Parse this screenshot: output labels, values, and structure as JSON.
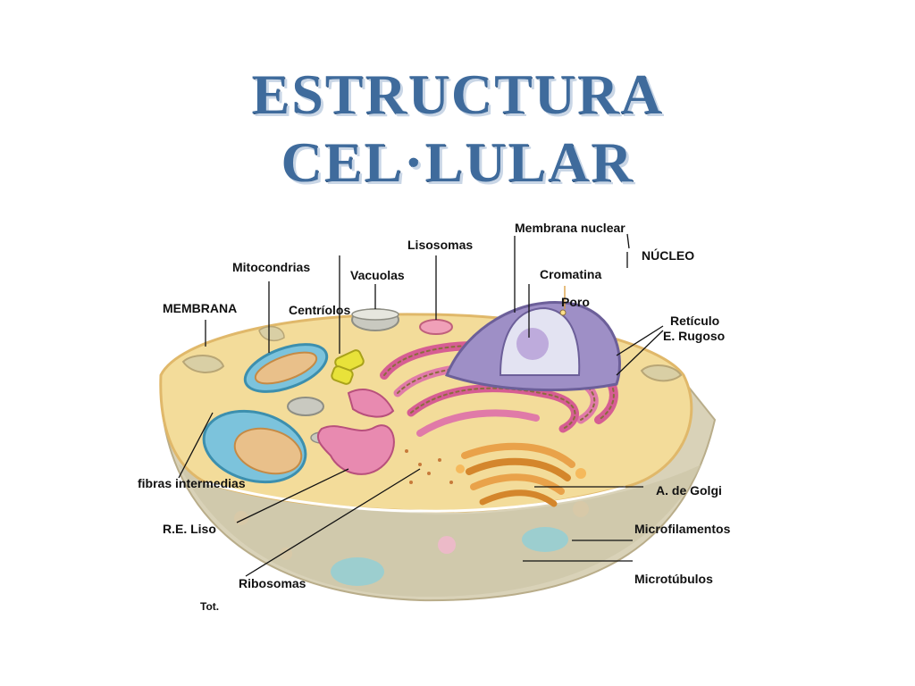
{
  "title": {
    "line1": "ESTRUCTURA",
    "line2": "CEL·LULAR"
  },
  "labels": {
    "membrana_nuclear": "Membrana nuclear",
    "nucleo": "NÚCLEO",
    "lisosomas": "Lisosomas",
    "mitocondrias": "Mitocondrias",
    "vacuolas": "Vacuolas",
    "cromatina": "Cromatina",
    "poro": "Poro",
    "membrana": "MEMBRANA",
    "centriolos": "Centríolos",
    "reticulo_1": "Retículo",
    "reticulo_2": "E. Rugoso",
    "fibras": "fibras intermedias",
    "golgi": "A. de Golgi",
    "re_liso": "R.E. Liso",
    "microfilamentos": "Microfilamentos",
    "ribosomas": "Ribosomas",
    "microtubulos": "Microtúbulos",
    "stray": "Tot."
  },
  "colors": {
    "title": "#3f6b9c",
    "cytoplasm": "#f3dc9a",
    "membrane": "#e8c57a",
    "nucleus": "#9e8fc6",
    "reticulum": "#e07aa8",
    "golgi": "#e9a24a",
    "mitochondria": "#7cc3dc"
  }
}
